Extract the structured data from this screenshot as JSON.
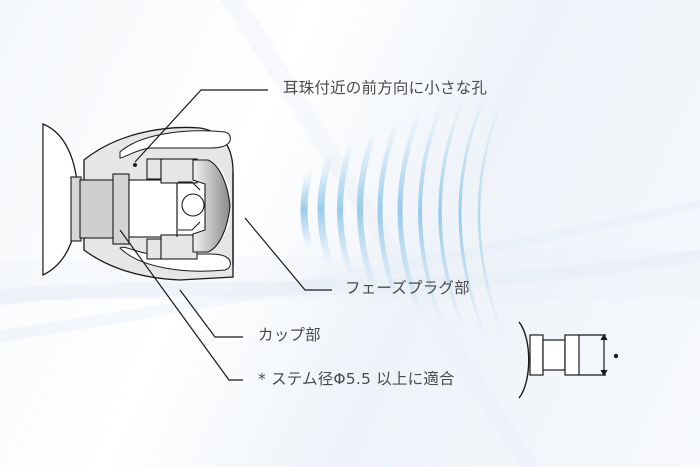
{
  "diagram": {
    "type": "annotated cross-section",
    "subject": "earphone ear tip",
    "labels": [
      {
        "id": "hole",
        "text": "耳珠付近の前方向に小さな孔"
      },
      {
        "id": "phase_plug",
        "text": "フェーズプラグ部"
      },
      {
        "id": "cup",
        "text": "カップ部"
      },
      {
        "id": "stem",
        "text": "* ステム径Φ5.5 以上に適合"
      }
    ],
    "colors": {
      "line": "#1a1a1a",
      "text": "#4a4a4a",
      "body_fill": "#e6e6e6",
      "stem_fill": "#cfcfcf",
      "wave": "#8cc4e8",
      "background": "#f4f7fb"
    }
  }
}
